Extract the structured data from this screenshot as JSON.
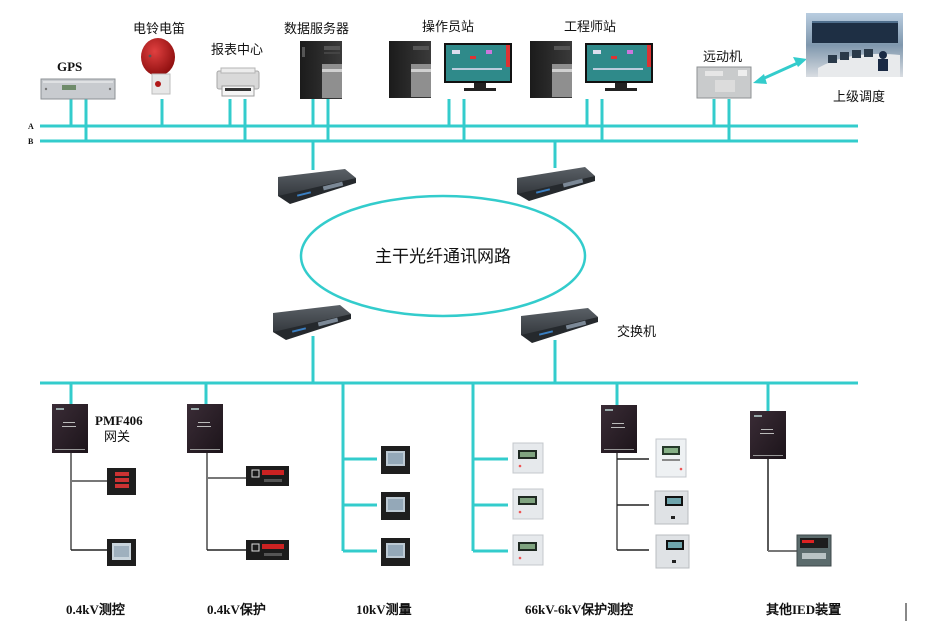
{
  "colors": {
    "link": "#33CCCC",
    "gateway_body": "#2b2028",
    "switch_body": "#3a3f44",
    "branch_line": "#777777"
  },
  "top_bus": {
    "a_label": "A",
    "b_label": "B"
  },
  "top_devices": [
    {
      "key": "gps",
      "label": "GPS",
      "icon": "rack-device-icon"
    },
    {
      "key": "alarm",
      "label": "电铃电笛",
      "icon": "alarm-bell-icon"
    },
    {
      "key": "report",
      "label": "报表中心",
      "icon": "printer-icon"
    },
    {
      "key": "server",
      "label": "数据服务器",
      "icon": "server-tower-icon"
    },
    {
      "key": "operator",
      "label": "操作员站",
      "icon": "workstation-icon"
    },
    {
      "key": "engineer",
      "label": "工程师站",
      "icon": "workstation-icon"
    },
    {
      "key": "rtu",
      "label": "远动机",
      "icon": "rtu-box-icon"
    },
    {
      "key": "dispatch",
      "label": "上级调度",
      "icon": "control-room-icon"
    }
  ],
  "ring": {
    "label": "主干光纤通讯网路"
  },
  "switch_label": "交换机",
  "gateway": {
    "model": "PMF406",
    "name": "网关"
  },
  "bottom_groups": [
    {
      "key": "g1",
      "label": "0.4kV测控"
    },
    {
      "key": "g2",
      "label": "0.4kV保护"
    },
    {
      "key": "g3",
      "label": "10kV测量"
    },
    {
      "key": "g4",
      "label": "66kV-6kV保护测控"
    },
    {
      "key": "g5",
      "label": "其他IED装置"
    }
  ]
}
